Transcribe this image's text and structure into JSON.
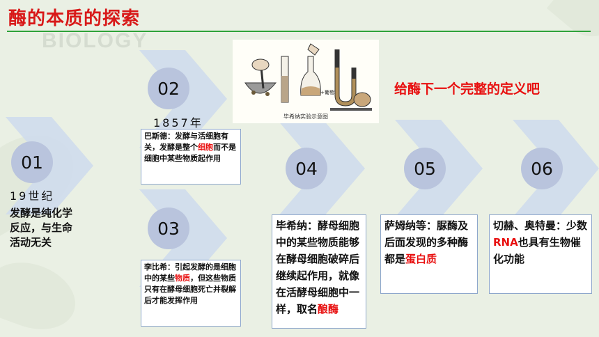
{
  "title": "酶的本质的探索",
  "watermark": "BIOLOGY",
  "figure": {
    "caption": "毕希纳实验示意图",
    "label": "+葡萄糖"
  },
  "question": "给酶下一个完整的定义吧",
  "steps": [
    {
      "num": "01",
      "year": "19世纪",
      "text_a": "发酵是纯化学反应，与生命活动无关"
    },
    {
      "num": "02",
      "year": "1857年",
      "text_a": "巴斯德：发酵与活细胞有关，发酵是整个",
      "text_b": "细胞",
      "text_c": "而不是细胞中某些物质起作用"
    },
    {
      "num": "03",
      "text_a": "李比希：引起发酵的是细胞中的某些",
      "text_b": "物质",
      "text_c": "，但这些物质只有在酵母细胞死亡并裂解后才能发挥作用"
    },
    {
      "num": "04",
      "text_a": "毕希纳：酵母细胞中的某些物质能够在酵母细胞破碎后继续起作用，就像在活酵母细胞中一样，取名",
      "text_b": "酿酶"
    },
    {
      "num": "05",
      "text_a": "萨姆纳等：脲酶及后面发现的多种酶都是",
      "text_b": "蛋白质"
    },
    {
      "num": "06",
      "text_a": "切赫、奥特曼：少数",
      "text_b": "RNA",
      "text_c": "也具有生物催化功能"
    }
  ]
}
